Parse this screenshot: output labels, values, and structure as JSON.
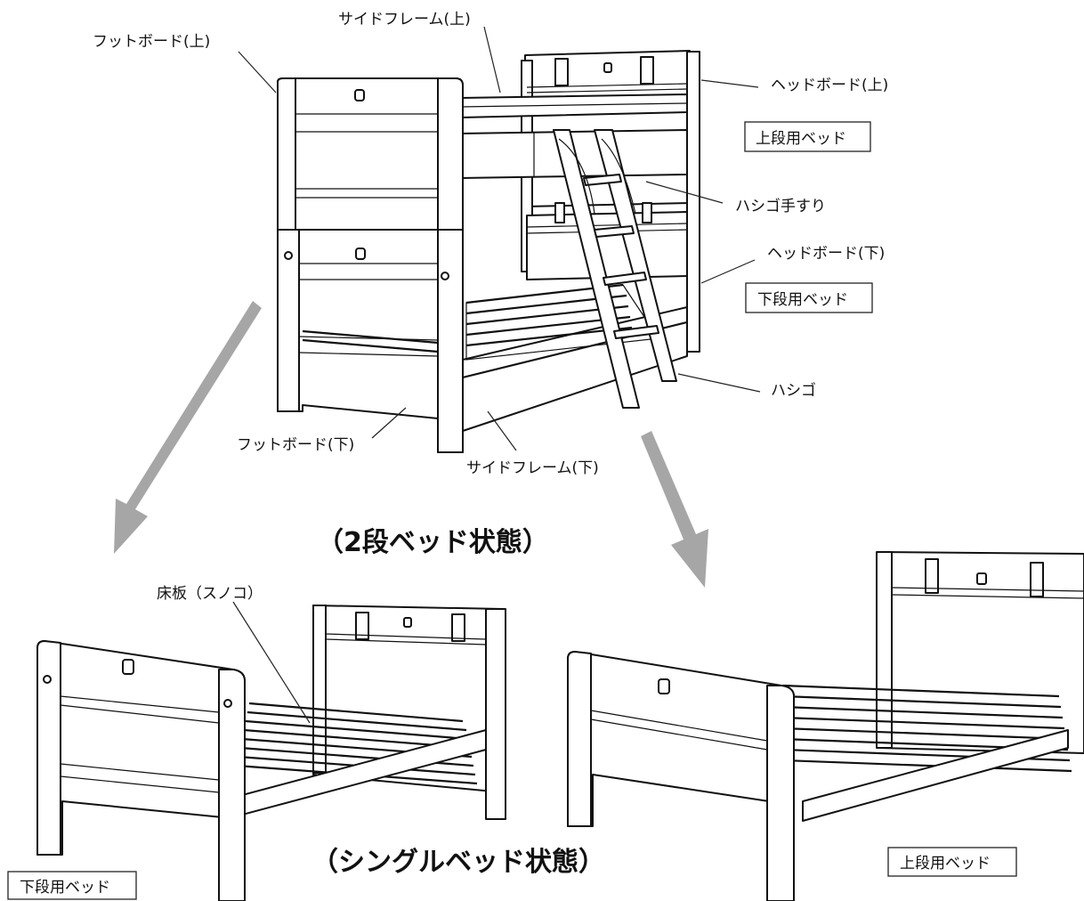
{
  "labels": {
    "side_frame_upper": "サイドフレーム(上)",
    "foot_board_upper": "フットボード(上)",
    "head_board_upper": "ヘッドボード(上)",
    "upper_bed_tag": "上段用ベッド",
    "ladder_handrail": "ハシゴ手すり",
    "head_board_lower": "ヘッドボード(下)",
    "lower_bed_tag": "下段用ベッド",
    "ladder": "ハシゴ",
    "foot_board_lower": "フットボード(下)",
    "side_frame_lower": "サイドフレーム(下)",
    "bunk_state": "（2段ベッド状態）",
    "floor_board": "床板（スノコ）",
    "single_state": "（シングルベッド状態）",
    "single_upper_tag": "上段用ベッド",
    "single_lower_tag": "下段用ベッド"
  },
  "colors": {
    "arrow": "#a6a6a6",
    "line": "#111111"
  }
}
